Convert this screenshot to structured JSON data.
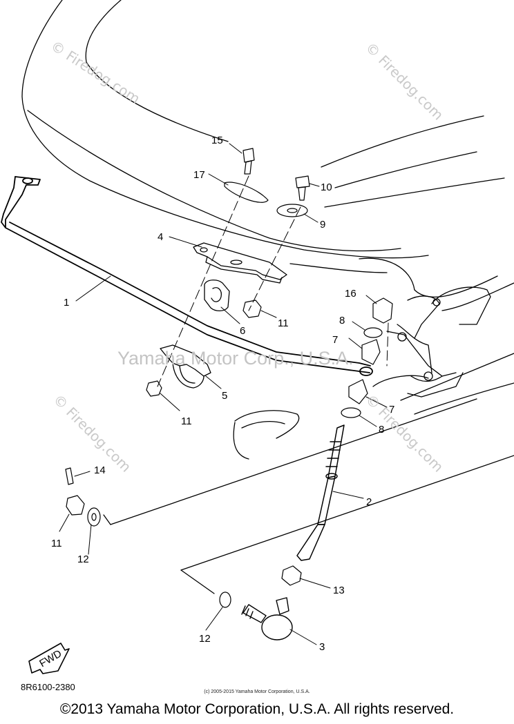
{
  "watermarks": {
    "firedog": "© Firedog.com",
    "yamaha": "Yamaha Motor Corp., U.S.A."
  },
  "callouts": [
    "1",
    "2",
    "3",
    "4",
    "5",
    "6",
    "7",
    "7",
    "8",
    "8",
    "9",
    "10",
    "11",
    "11",
    "11",
    "12",
    "12",
    "13",
    "14",
    "15",
    "16",
    "17"
  ],
  "front_arrow": "FWD",
  "diagram_code": "8R6100-2380",
  "small_copyright": "(c) 2005-2015 Yamaha Motor Corporation, U.S.A.",
  "copyright": "©2013 Yamaha Motor Corporation, U.S.A. All rights reserved."
}
